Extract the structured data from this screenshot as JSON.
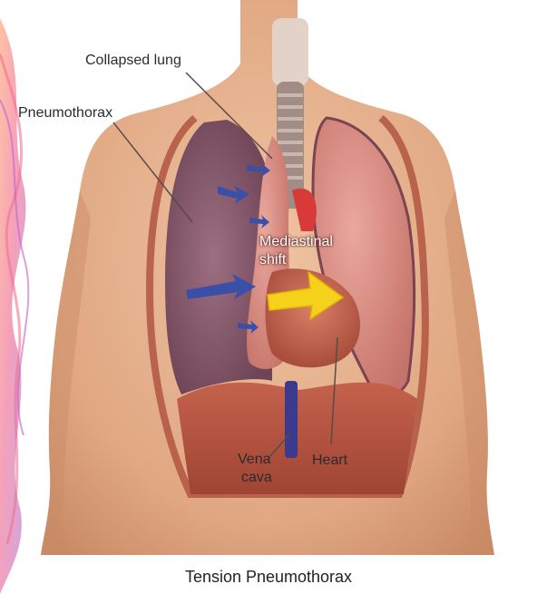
{
  "labels": {
    "collapsed_lung": "Collapsed lung",
    "pneumothorax": "Pneumothorax",
    "mediastinal_line1": "Mediastinal",
    "mediastinal_line2": "shift",
    "vena_line1": "Vena",
    "vena_line2": "cava",
    "heart": "Heart"
  },
  "caption": "Tension Pneumothorax",
  "colors": {
    "skin": "#e7b38f",
    "skin_shadow": "#c98b66",
    "pleural_space": "#8a5d70",
    "lung": "#d99088",
    "heart": "#c96a55",
    "diaphragm": "#b85845",
    "vena_cava": "#3c3a8c",
    "airflow_arrow": "#3a4fa8",
    "shift_arrow": "#f6d11c",
    "trachea": "#d8c3b8"
  }
}
